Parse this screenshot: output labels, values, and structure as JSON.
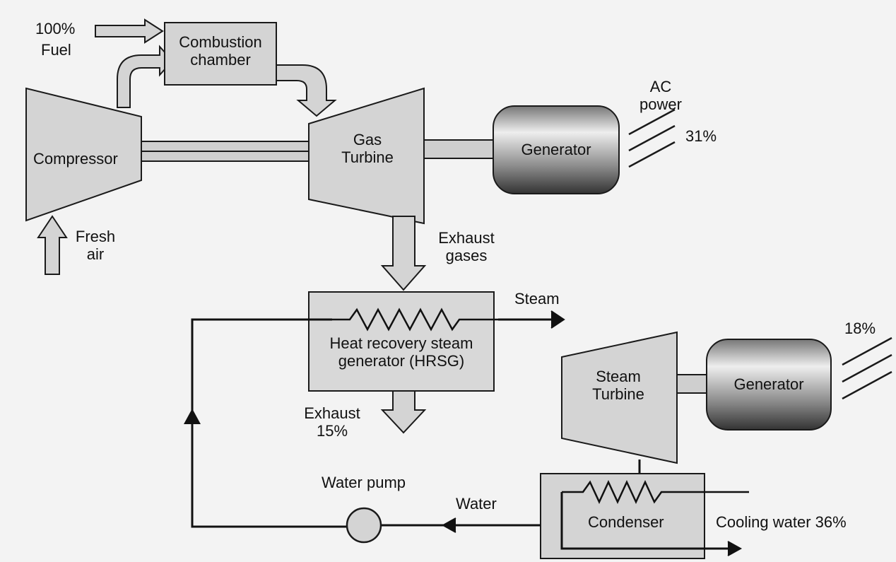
{
  "labels": {
    "fuel_pct": "100%",
    "fuel": "Fuel",
    "combustion_1": "Combustion",
    "combustion_2": "chamber",
    "ac_1": "AC",
    "ac_2": "power",
    "gen1": "Generator",
    "gen1_pct": "31%",
    "compressor": "Compressor",
    "gas_1": "Gas",
    "gas_2": "Turbine",
    "fresh_1": "Fresh",
    "fresh_2": "air",
    "exhaust_1": "Exhaust",
    "exhaust_2": "gases",
    "steam": "Steam",
    "hrsg_1": "Heat recovery steam",
    "hrsg_2": "generator (HRSG)",
    "steam_t1": "Steam",
    "steam_t2": "Turbine",
    "gen2": "Generator",
    "gen2_pct": "18%",
    "exhaust15_1": "Exhaust",
    "exhaust15_2": "15%",
    "water_pump": "Water pump",
    "water": "Water",
    "condenser": "Condenser",
    "cooling": "Cooling water 36%"
  },
  "colors": {
    "fill": "#d4d4d4",
    "stroke": "#1a1a1a"
  }
}
